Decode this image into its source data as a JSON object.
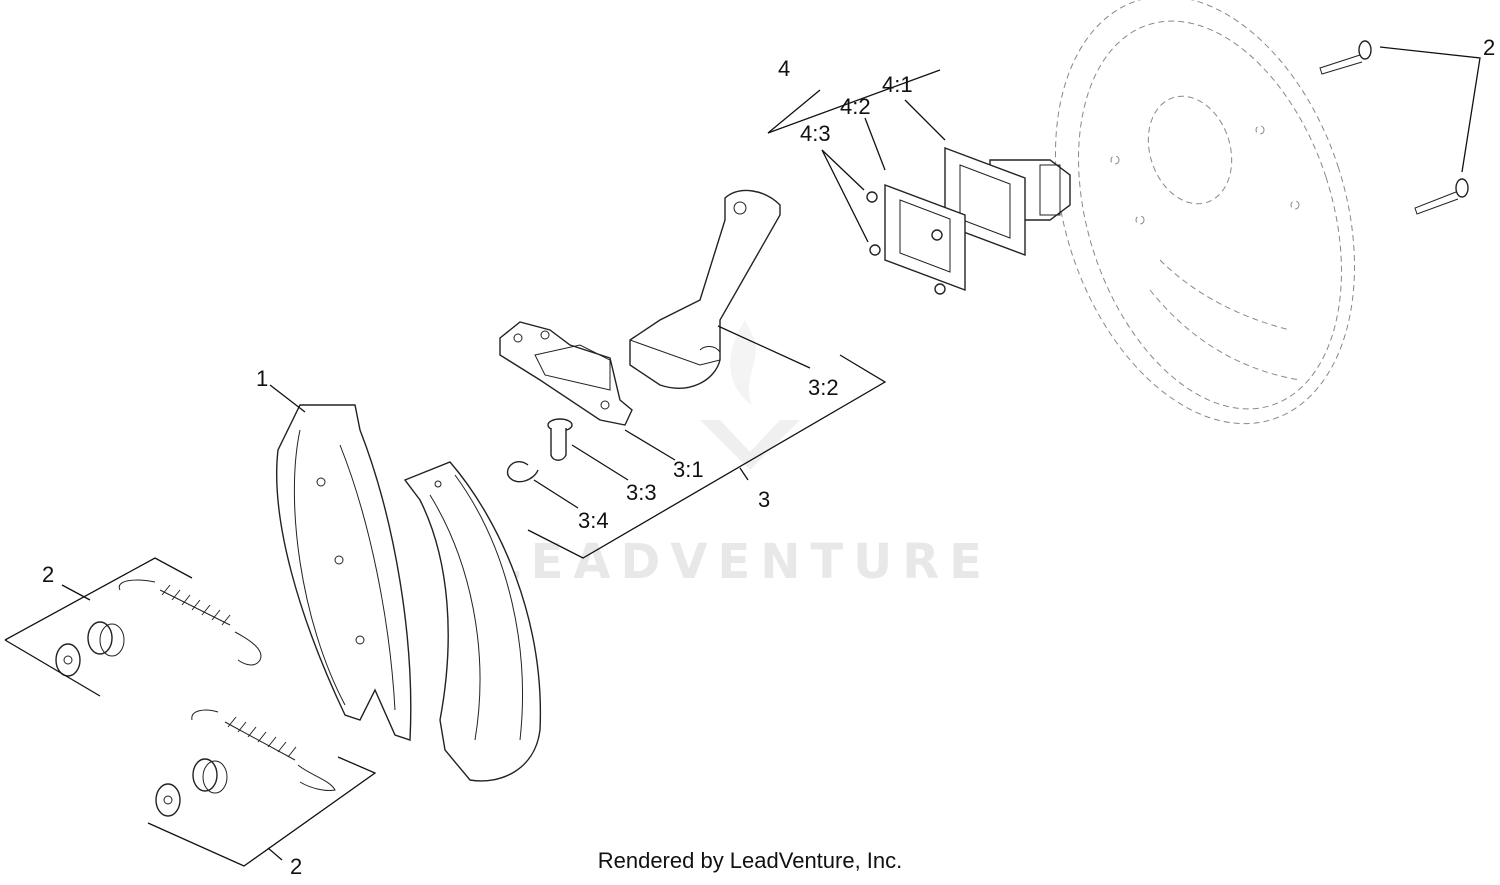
{
  "diagram": {
    "watermark": "LEADVENTURE",
    "credit": "Rendered by LeadVenture, Inc.",
    "callouts": {
      "c1": "1",
      "c2_top_right": "2",
      "c2_left_upper": "2",
      "c2_left_lower": "2",
      "c3": "3",
      "c3_1": "3:1",
      "c3_2": "3:2",
      "c3_3": "3:3",
      "c3_4": "3:4",
      "c4": "4",
      "c4_1": "4:1",
      "c4_2": "4:2",
      "c4_3": "4:3"
    }
  }
}
